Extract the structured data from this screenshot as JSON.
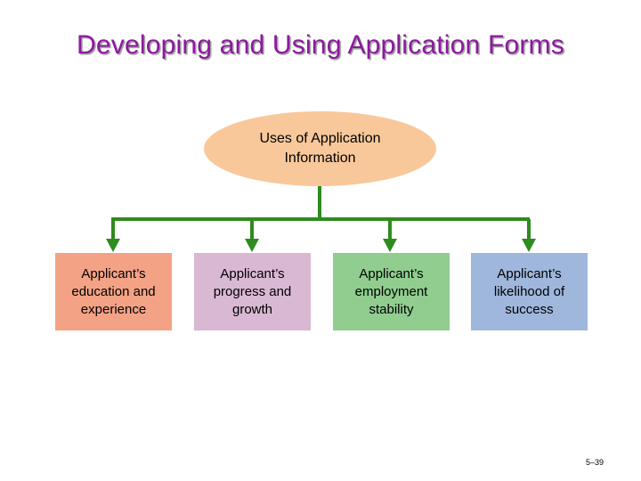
{
  "slide": {
    "title": "Developing and Using Application Forms",
    "slide_number": "5–39"
  },
  "diagram": {
    "root": {
      "label": "Uses of Application Information",
      "color": "#f8c89a"
    },
    "connector_color": "#2e8b1e",
    "children": [
      {
        "label": "Applicant’s education and experience",
        "color": "#f4a285"
      },
      {
        "label": "Applicant’s progress and growth",
        "color": "#d9b8d3"
      },
      {
        "label": "Applicant’s employment stability",
        "color": "#90cd8f"
      },
      {
        "label": "Applicant’s likelihood of success",
        "color": "#9fb7dc"
      }
    ]
  }
}
